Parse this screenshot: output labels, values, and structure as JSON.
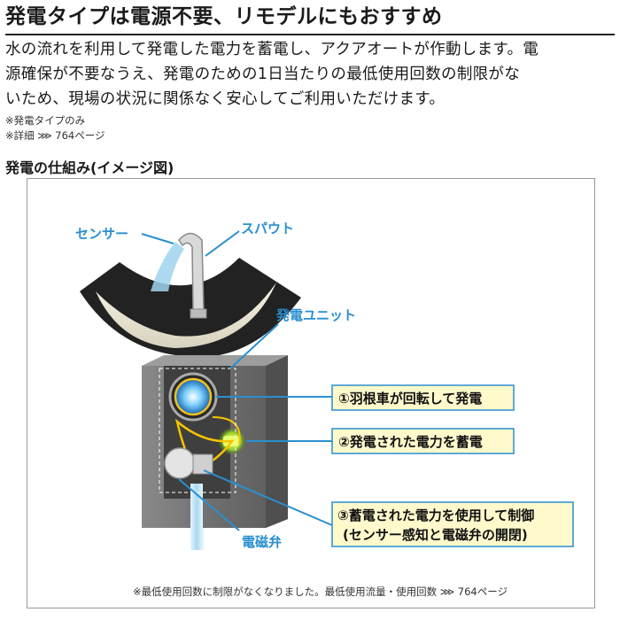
{
  "title": "発電タイプは電源不要、リモデルにもおすすめ",
  "body_lines": [
    "水の流れを利用して発電した電力を蓄電し、アクアオートが作動します。電",
    "源確保が不要なうえ、発電のための1日当たりの最低使用回数の制限がな",
    "いため、現場の状況に関係なく安心してご利用いただけます。"
  ],
  "notes": [
    "※発電タイプのみ",
    "※詳細 ⋙ 764ページ"
  ],
  "subheading": "発電の仕組み(イメージ図)",
  "diagram": {
    "labels": {
      "sensor": "センサー",
      "spout": "スパウト",
      "generator_unit": "発電ユニット",
      "solenoid_valve": "電磁弁"
    },
    "callouts": [
      "①羽根車が回転して発電",
      "②発電された電力を蓄電",
      "③蓄電された電力を使用して制御",
      "(センサー感知と電磁弁の開閉)"
    ],
    "colors": {
      "label": "#2a8fcf",
      "callout_border": "#2a8fcf",
      "callout_fill": "#fff9cc",
      "water": "#bfe3f5",
      "unit": "#6a6a6a"
    }
  },
  "footnote": "※最低使用回数に制限がなくなりました。最低使用流量・使用回数 ⋙ 764ページ"
}
